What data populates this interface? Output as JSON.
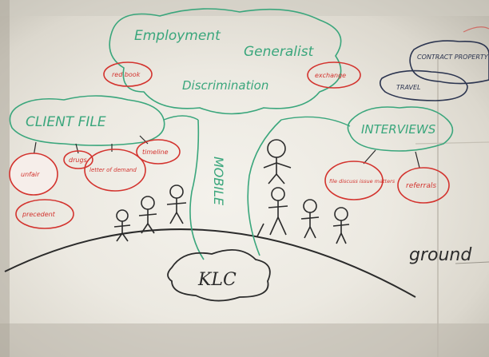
{
  "photo": {
    "subject": "whiteboard",
    "colors": {
      "green": "#3aa67c",
      "red": "#d3332e",
      "black": "#2b2b2b",
      "navy": "#2c3550"
    },
    "labels": {
      "employment": "Employment",
      "generalist": "Generalist",
      "discrimination": "Discrimination",
      "red_book": "red book",
      "exchange": "exchange",
      "client_file": "CLIENT FILE",
      "drugs": "drugs",
      "letter_of_demand": "letter of demand",
      "timeline": "timeline",
      "precedent": "precedent",
      "unfair": "unfair",
      "interviews": "INTERVIEWS",
      "file_discuss": "file discuss issue matters",
      "referrals": "referrals",
      "mobile": "MOBILE",
      "contract_property": "CONTRACT PROPERTY",
      "travel": "TRAVEL",
      "klc": "KLC",
      "ground": "ground"
    }
  }
}
